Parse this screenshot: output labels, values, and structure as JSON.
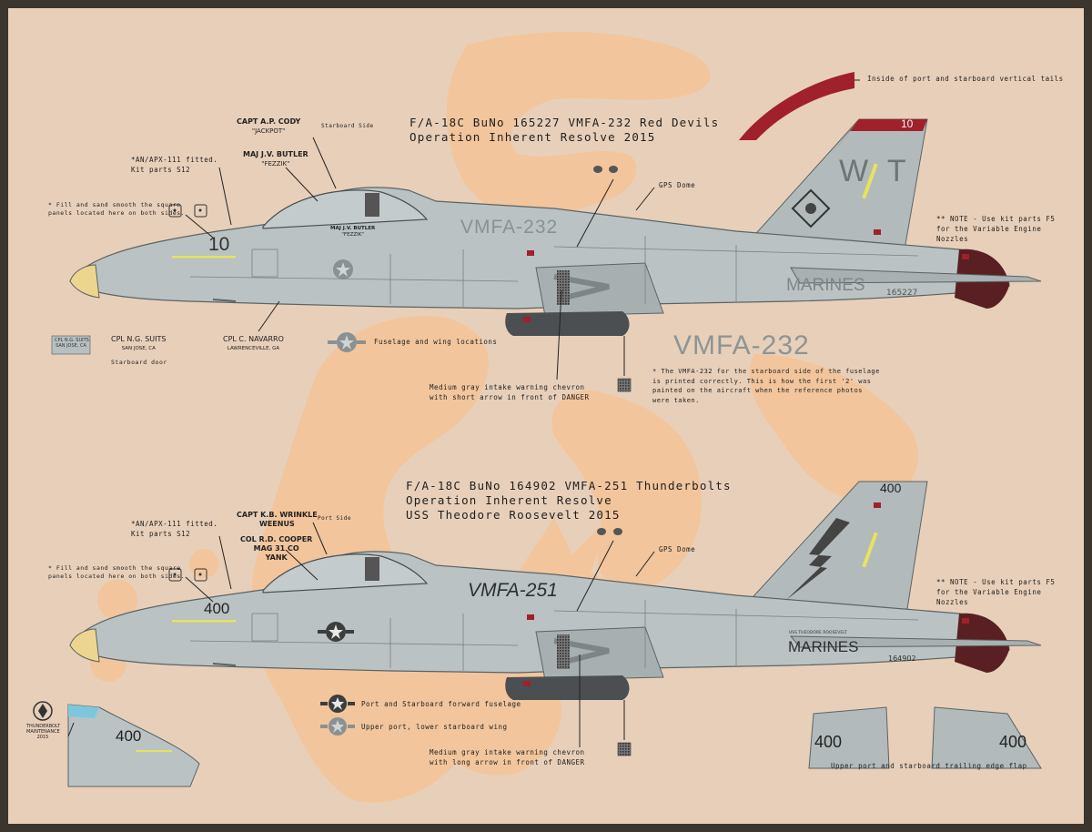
{
  "colors": {
    "background": "#e8cfb9",
    "border": "#3b352e",
    "watermark": "#f2c59c",
    "aircraft_gray": "#b7bfc0",
    "aircraft_dark": "#9aa2a3",
    "red_tail": "#a0202b",
    "radome": "#ecd68f",
    "nozzle": "#5a1f22"
  },
  "top": {
    "title_line1": "F/A-18C BuNo 165227 VMFA-232 Red Devils",
    "title_line2": "Operation Inherent Resolve 2015",
    "red_tail_note": "Inside of port and starboard vertical tails",
    "tail_number": "10",
    "tail_code": "W T",
    "squadron": "VMFA-232",
    "marines": "MARINES",
    "buno": "165227",
    "nose_number": "10",
    "pilot1_name": "CAPT A.P. CODY",
    "pilot1_call": "\"JACKPOT\"",
    "pilot2_name": "MAJ J.V. BUTLER",
    "pilot2_call": "\"FEZZIK\"",
    "canopy_name": "MAJ J.V. BUTLER",
    "canopy_call": "\"FEZZIK\"",
    "starboard_side": "Starboard Side",
    "apx_note_line1": "*AN/APX-111 fitted.",
    "apx_note_line2": "Kit parts S12",
    "fill_note_line1": "* Fill and sand smooth the square",
    "fill_note_line2": "panels located here on both sides.",
    "gps_dome": "GPS Dome",
    "nozzle_note_line1": "** NOTE - Use kit parts F5",
    "nozzle_note_line2": "for the Variable Engine",
    "nozzle_note_line3": "Nozzles",
    "cpl_suits": "CPL N.G. SUITS",
    "cpl_suits_town": "SAN JOSE, CA",
    "cpl_navarro": "CPL C. NAVARRO",
    "cpl_navarro_town": "LAWRENCEVILLE, GA",
    "door_name": "CPL N.G. SUITS",
    "door_town": "SAN JOSE, CA",
    "starboard_door": "Starboard door",
    "fuselage_wing": "Fuselage and wing locations",
    "chevron_note_line1": "Medium gray intake warning chevron",
    "chevron_note_line2": "with short arrow in front of DANGER",
    "big_squadron": "VMFA-232",
    "vmfa_note_line1": "* The VMFA-232 for the starboard side of the fuselage",
    "vmfa_note_line2": "is printed correctly. This is how the first '2' was",
    "vmfa_note_line3": "painted on the aircraft when the reference photos",
    "vmfa_note_line4": "were taken."
  },
  "bottom": {
    "title_line1": "F/A-18C BuNo 164902 VMFA-251 Thunderbolts",
    "title_line2": "Operation Inherent Resolve",
    "title_line3": "USS Theodore Roosevelt 2015",
    "tail_number": "400",
    "squadron": "VMFA-251",
    "marines": "MARINES",
    "buno": "164902",
    "ship_name": "USS THEODORE ROOSEVELT",
    "nose_number": "400",
    "pilot1_name": "CAPT K.B. WRINKLE",
    "pilot1_call": "WEENUS",
    "pilot2_name": "COL R.D. COOPER",
    "pilot2_role": "MAG 31 CO",
    "pilot2_call": "YANK",
    "port_side": "Port Side",
    "apx_note_line1": "*AN/APX-111 fitted.",
    "apx_note_line2": "Kit parts S12",
    "fill_note_line1": "* Fill and sand smooth the square",
    "fill_note_line2": "panels located here on both sides.",
    "gps_dome": "GPS Dome",
    "nozzle_note_line1": "** NOTE - Use kit parts F5",
    "nozzle_note_line2": "for the Variable Engine",
    "nozzle_note_line3": "Nozzles",
    "insignia_dark_note": "Port and Starboard forward fuselage",
    "insignia_light_note": "Upper port, lower starboard wing",
    "chevron_note_line1": "Medium gray intake warning chevron",
    "chevron_note_line2": "with long arrow in front of DANGER",
    "flap_number_left": "400",
    "flap_number_right": "400",
    "flap_note": "Upper port and starboard trailing edge flap",
    "detail_number": "400",
    "logo_line1": "THUNDERBOLT",
    "logo_line2": "MAINTENANCE",
    "logo_line3": "2015"
  }
}
